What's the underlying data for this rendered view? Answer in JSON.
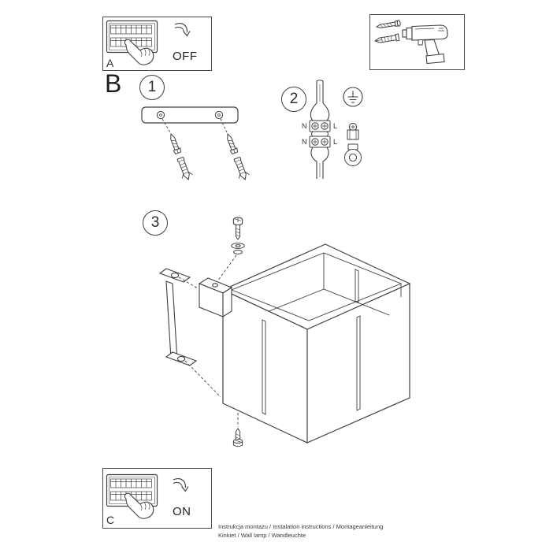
{
  "colors": {
    "background": "#ffffff",
    "line": "#3f3f3f",
    "text": "#2e2e2e"
  },
  "panels": {
    "power_off": {
      "letter": "A",
      "state": "OFF"
    },
    "power_on": {
      "letter": "C",
      "state": "ON"
    }
  },
  "section_letter": "B",
  "steps": {
    "step1": "1",
    "step2": "2",
    "step3": "3"
  },
  "wiring_labels": {
    "row1_left": "N",
    "row1_right": "L",
    "row2_left": "N",
    "row2_right": "L"
  },
  "footer": {
    "line1": "Instrukcja montażu / Instalation instructions / Montageanleitung",
    "line2": "Kinkiet / Wall lamp / Wandleuchte"
  },
  "icons": {
    "fuse_box": "fuse-box-icon",
    "pointing_hand": "pointing-hand-icon",
    "rotate_arrow": "rotate-arrow-icon",
    "screw": "screw-icon",
    "wall_plug": "wall-plug-icon",
    "drill": "drill-icon",
    "earth_symbol": "earth-symbol-icon"
  }
}
